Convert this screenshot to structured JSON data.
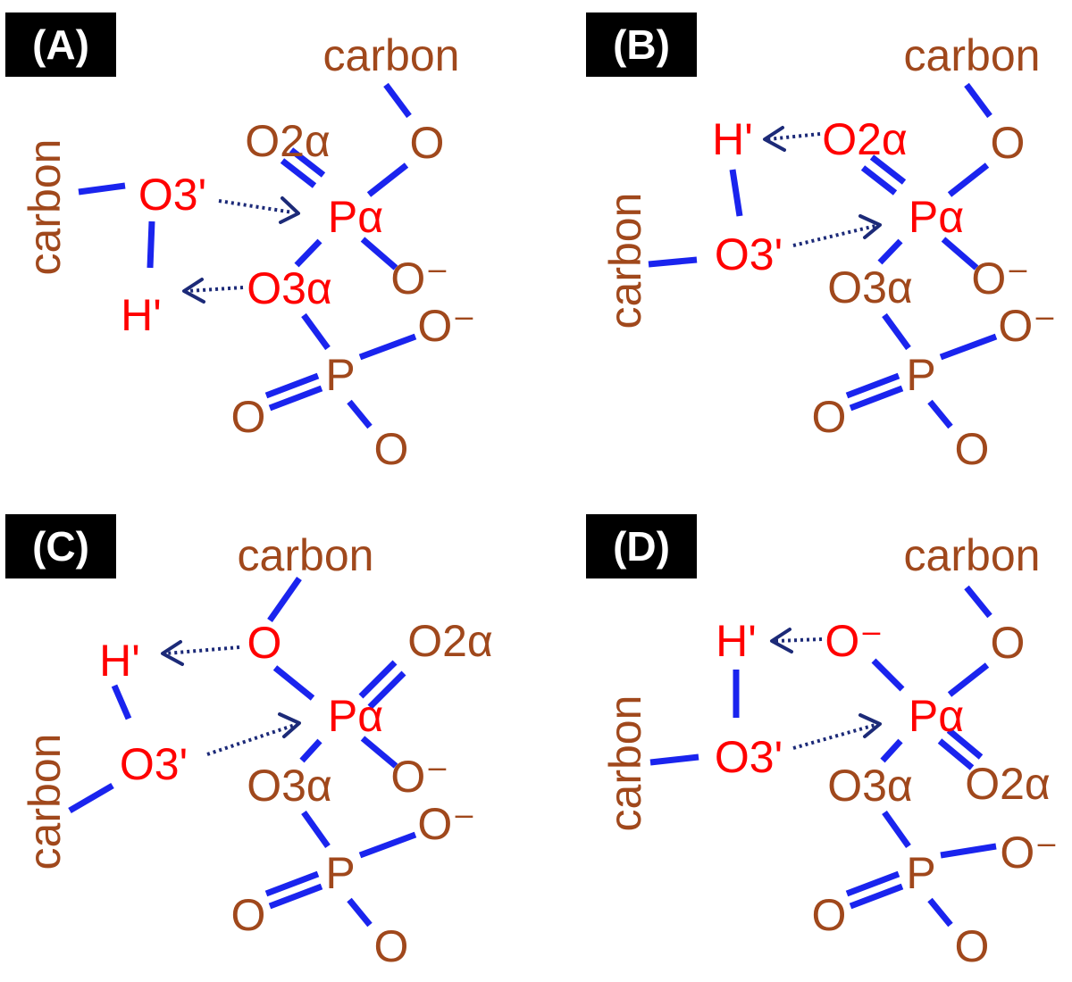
{
  "panels": [
    {
      "label": "(A)",
      "atoms": {
        "carbon_top": "carbon",
        "carbon_left": "carbon",
        "o_top": "O",
        "o2a": "O2α",
        "o3prime": "O3'",
        "h_prime": "H'",
        "p_alpha": "Pα",
        "o_minus_a": "O⁻",
        "o3a": "O3α",
        "o_minus_b": "O⁻",
        "p_beta": "P",
        "o_left": "O",
        "o_bottom": "O"
      }
    },
    {
      "label": "(B)",
      "atoms": {
        "carbon_top": "carbon",
        "carbon_left": "carbon",
        "o_top": "O",
        "o2a": "O2α",
        "o3prime": "O3'",
        "h_prime": "H'",
        "p_alpha": "Pα",
        "o_minus_a": "O⁻",
        "o3a": "O3α",
        "o_minus_b": "O⁻",
        "p_beta": "P",
        "o_left": "O",
        "o_bottom": "O"
      }
    },
    {
      "label": "(C)",
      "atoms": {
        "carbon_top": "carbon",
        "carbon_left": "carbon",
        "o_top": "O",
        "o2a": "O2α",
        "o3prime": "O3'",
        "h_prime": "H'",
        "p_alpha": "Pα",
        "o_minus_a": "O⁻",
        "o3a": "O3α",
        "o_minus_b": "O⁻",
        "p_beta": "P",
        "o_left": "O",
        "o_bottom": "O"
      }
    },
    {
      "label": "(D)",
      "atoms": {
        "carbon_top": "carbon",
        "carbon_left": "carbon",
        "o_top": "O",
        "o_minus_top": "O⁻",
        "o2a": "O2α",
        "o3prime": "O3'",
        "h_prime": "H'",
        "p_alpha": "Pα",
        "o3a": "O3α",
        "o_minus_b": "O⁻",
        "p_beta": "P",
        "o_left": "O",
        "o_bottom": "O"
      }
    }
  ],
  "colors": {
    "neutral_atom": "#a0481c",
    "reactive_atom": "#ff0000",
    "bond": "#1a24ee",
    "arrow": "#1c2a78",
    "label_bg": "#000000",
    "label_text": "#ffffff"
  }
}
